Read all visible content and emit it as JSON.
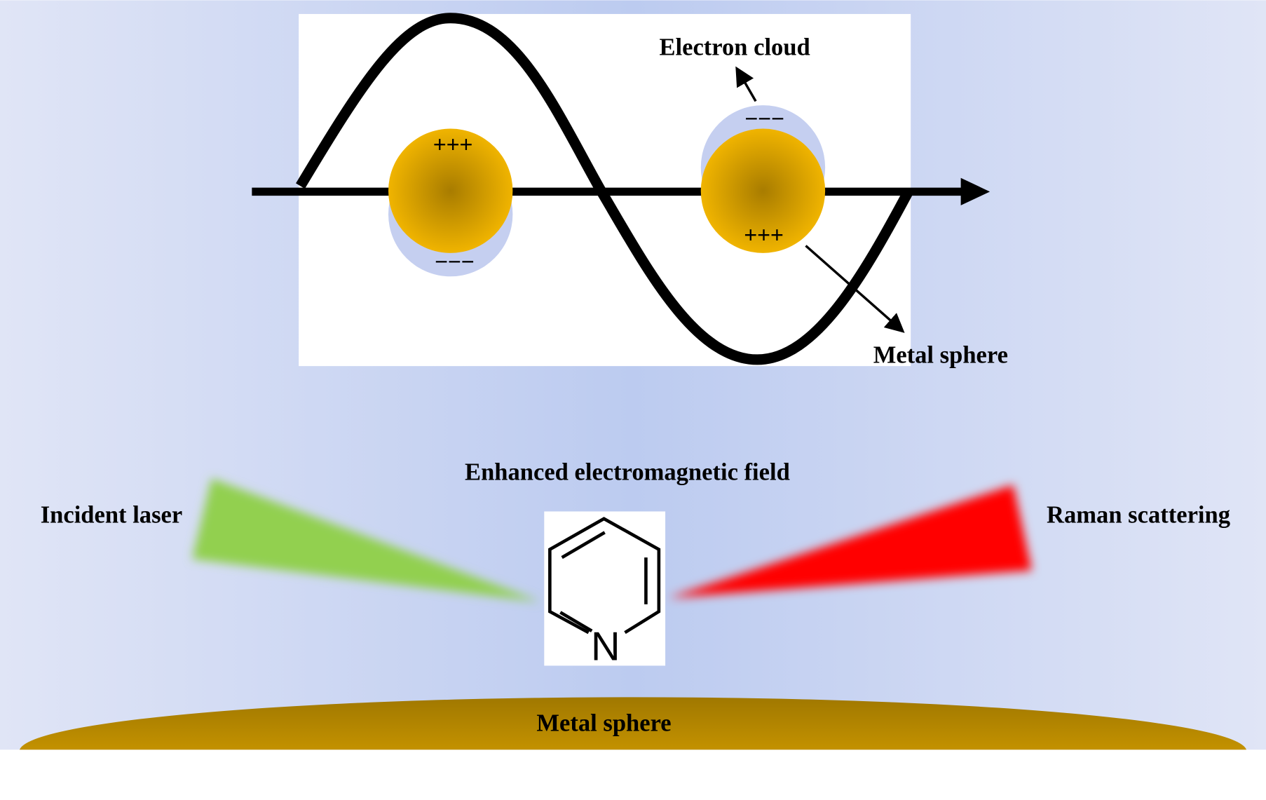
{
  "labels": {
    "electron_cloud": "Electron cloud",
    "metal_sphere_top": "Metal sphere",
    "enhanced_field": "Enhanced electromagnetic field",
    "incident_laser": "Incident laser",
    "raman_scattering": "Raman scattering",
    "metal_sphere_bottom": "Metal sphere"
  },
  "charges": {
    "left_top": "+++",
    "left_bottom": "−−−",
    "right_top": "−−−",
    "right_bottom": "+++"
  },
  "molecule": {
    "atom_label": "N",
    "name_icon": "pyridine-structure"
  },
  "colors": {
    "background_edge": "#e0e5f6",
    "background_center": "#bccbf0",
    "sphere_gold": "#f0b400",
    "sphere_core": "#a87c00",
    "electron_cloud": "#c5cff0",
    "incident_laser": "#92d050",
    "raman_scattering": "#ff0000",
    "substrate_top": "#a07800",
    "substrate_bottom": "#e8ac00"
  }
}
